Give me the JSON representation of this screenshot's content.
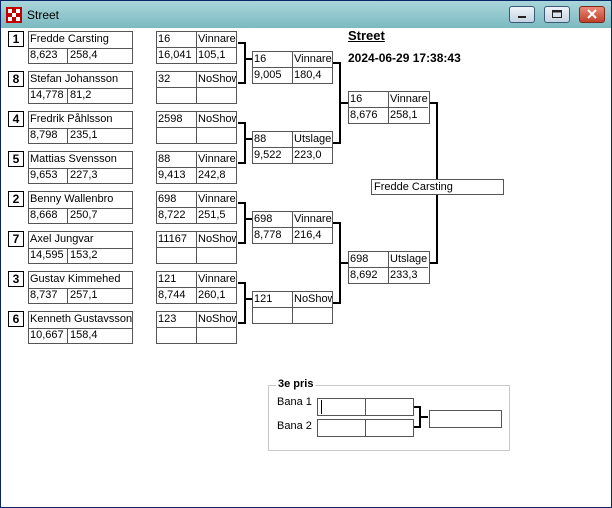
{
  "window": {
    "title": "Street",
    "accent": "#7cb9c1"
  },
  "header": {
    "title": "Street",
    "datetime": "2024-06-29 17:38:43"
  },
  "round1": [
    {
      "seed": "1",
      "name": "Fredde Carsting",
      "v1": "8,623",
      "v2": "258,4",
      "opp_id": "16",
      "opp_status": "Vinnare",
      "opp_v1": "16,041",
      "opp_v2": "105,1"
    },
    {
      "seed": "8",
      "name": "Stefan Johansson",
      "v1": "14,778",
      "v2": "81,2",
      "opp_id": "32",
      "opp_status": "NoShow",
      "opp_v1": "",
      "opp_v2": ""
    },
    {
      "seed": "4",
      "name": "Fredrik  Påhlsson",
      "v1": "8,798",
      "v2": "235,1",
      "opp_id": "2598",
      "opp_status": "NoShow",
      "opp_v1": "",
      "opp_v2": ""
    },
    {
      "seed": "5",
      "name": "Mattias Svensson",
      "v1": "9,653",
      "v2": "227,3",
      "opp_id": "88",
      "opp_status": "Vinnare",
      "opp_v1": "9,413",
      "opp_v2": "242,8"
    },
    {
      "seed": "2",
      "name": "Benny Wallenbro",
      "v1": "8,668",
      "v2": "250,7",
      "opp_id": "698",
      "opp_status": "Vinnare",
      "opp_v1": "8,722",
      "opp_v2": "251,5"
    },
    {
      "seed": "7",
      "name": "Axel Jungvar",
      "v1": "14,595",
      "v2": "153,2",
      "opp_id": "11167",
      "opp_status": "NoShow",
      "opp_v1": "",
      "opp_v2": ""
    },
    {
      "seed": "3",
      "name": "Gustav Kimmehed",
      "v1": "8,737",
      "v2": "257,1",
      "opp_id": "121",
      "opp_status": "Vinnare",
      "opp_v1": "8,744",
      "opp_v2": "260,1"
    },
    {
      "seed": "6",
      "name": "Kenneth Gustavsson",
      "v1": "10,667",
      "v2": "158,4",
      "opp_id": "123",
      "opp_status": "NoShow",
      "opp_v1": "",
      "opp_v2": ""
    }
  ],
  "quarter": [
    {
      "id": "16",
      "status": "Vinnare",
      "v1": "9,005",
      "v2": "180,4"
    },
    {
      "id": "88",
      "status": "Utslagen",
      "v1": "9,522",
      "v2": "223,0"
    },
    {
      "id": "698",
      "status": "Vinnare",
      "v1": "8,778",
      "v2": "216,4"
    },
    {
      "id": "121",
      "status": "NoShow",
      "v1": "",
      "v2": ""
    }
  ],
  "semi": [
    {
      "id": "16",
      "status": "Vinnare",
      "v1": "8,676",
      "v2": "258,1"
    },
    {
      "id": "698",
      "status": "Utslagen",
      "v1": "8,692",
      "v2": "233,3"
    }
  ],
  "final": {
    "winner": "Fredde Carsting"
  },
  "third_place": {
    "title": "3e pris",
    "lane1_label": "Bana 1",
    "lane2_label": "Bana 2"
  }
}
